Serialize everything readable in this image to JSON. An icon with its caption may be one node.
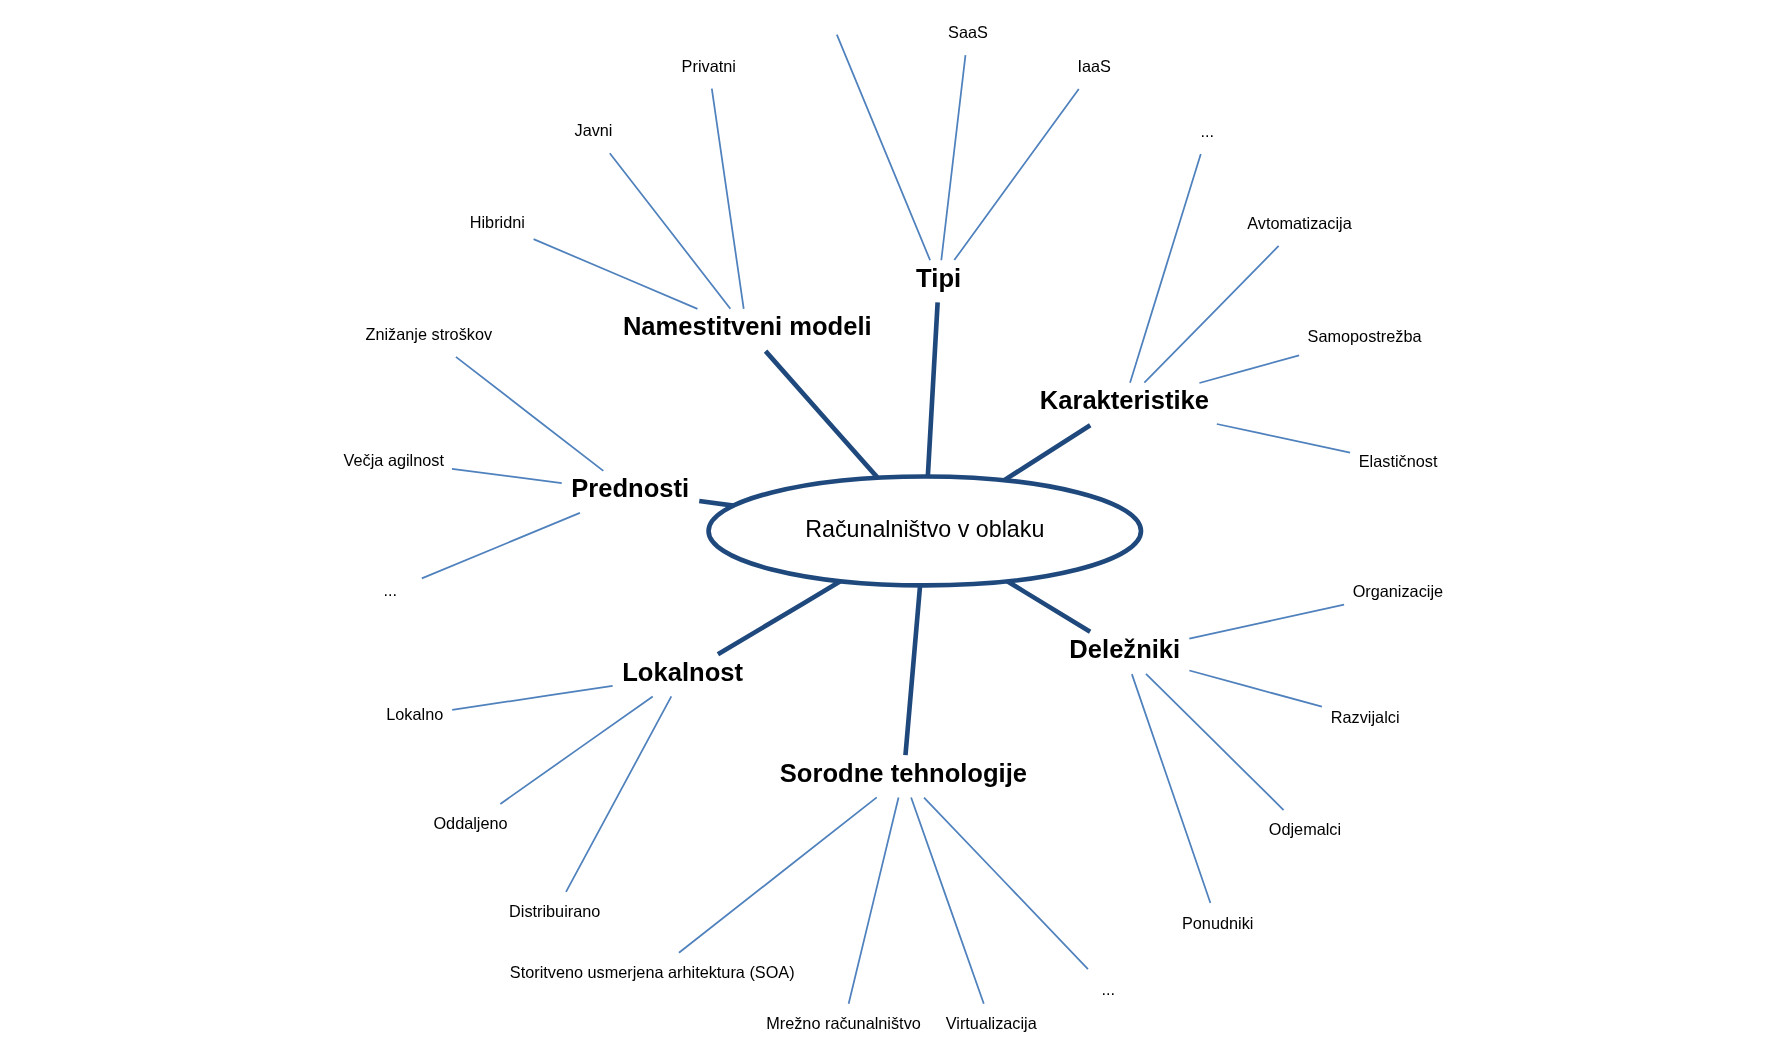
{
  "diagram": {
    "nodes": [
      {
        "text": [
          "Računalništvo v oblaku"
        ]
      },
      {
        "text": [
          "Karakteristike"
        ]
      },
      {
        "text": [
          "Elastičnost"
        ]
      },
      {
        "text": [
          "Samopostrežba"
        ]
      },
      {
        "text": [
          "Avtomatizacija"
        ]
      },
      {
        "text": [
          "..."
        ]
      },
      {
        "text": [
          "Tipi"
        ]
      },
      {
        "text": [
          "IaaS"
        ]
      },
      {
        "text": [
          "SaaS"
        ]
      },
      {
        "text": [
          "Namestitveni modeli"
        ]
      },
      {
        "text": [
          "Privatni"
        ]
      },
      {
        "text": [
          "Javni"
        ]
      },
      {
        "text": [
          "Hibridni"
        ]
      },
      {
        "text": [
          "Prednosti"
        ]
      },
      {
        "text": [
          "Znižanje stroškov"
        ]
      },
      {
        "text": [
          "Večja agilnost"
        ]
      },
      {
        "text": [
          "..."
        ]
      },
      {
        "text": [
          "Lokalnost"
        ]
      },
      {
        "text": [
          "Lokalno"
        ]
      },
      {
        "text": [
          "Oddaljeno"
        ]
      },
      {
        "text": [
          "Distribuirano"
        ]
      },
      {
        "text": [
          "Sorodne tehnologije"
        ]
      },
      {
        "text": [
          "Storitveno usmerjena arhitektura (SOA)"
        ]
      },
      {
        "text": [
          "Mrežno računalništvo"
        ]
      },
      {
        "text": [
          "Virtualizacija"
        ]
      },
      {
        "text": [
          "..."
        ]
      },
      {
        "text": [
          "Deležniki"
        ]
      },
      {
        "text": [
          "Ponudniki"
        ]
      },
      {
        "text": [
          "Odjemalci"
        ]
      },
      {
        "text": [
          "Razvijalci"
        ]
      },
      {
        "text": [
          "Organizacije"
        ]
      }
    ],
    "edges": [
      {
        "from": 0,
        "to": 1,
        "arrow": "none",
        "style": "thick",
        "color": "#1f497d"
      },
      {
        "from": 1,
        "to": 2,
        "arrow": "none"
      },
      {
        "from": 1,
        "to": 3,
        "arrow": "none"
      },
      {
        "from": 1,
        "to": 4,
        "arrow": "none"
      },
      {
        "from": 1,
        "to": 5,
        "arrow": "none"
      },
      {
        "from": 0,
        "to": 6,
        "arrow": "none",
        "style": "thick",
        "color": "#1f497d"
      },
      {
        "from": 6,
        "to": 7,
        "arrow": "none"
      },
      {
        "from": 6,
        "to": null,
        "arrow": "none"
      },
      {
        "from": 6,
        "to": 8,
        "arrow": "none"
      },
      {
        "from": 0,
        "to": 9,
        "arrow": "none",
        "style": "thick",
        "color": "#1f497d"
      },
      {
        "from": 9,
        "to": 10,
        "arrow": "none"
      },
      {
        "from": 9,
        "to": 11,
        "arrow": "none"
      },
      {
        "from": 9,
        "to": 12,
        "arrow": "none"
      },
      {
        "from": 0,
        "to": 13,
        "arrow": "none",
        "style": "thick",
        "color": "#1f497d"
      },
      {
        "from": 13,
        "to": 14,
        "arrow": "none"
      },
      {
        "from": 13,
        "to": 15,
        "arrow": "none"
      },
      {
        "from": 13,
        "to": 16,
        "arrow": "none"
      },
      {
        "from": 0,
        "to": 17,
        "arrow": "none",
        "style": "thick",
        "color": "#1f497d"
      },
      {
        "from": 17,
        "to": 18,
        "arrow": "none"
      },
      {
        "from": 17,
        "to": 19,
        "arrow": "none"
      },
      {
        "from": 17,
        "to": 20,
        "arrow": "none"
      },
      {
        "from": 0,
        "to": 21,
        "arrow": "none",
        "style": "thick",
        "color": "#1f497d"
      },
      {
        "from": 21,
        "to": 22,
        "arrow": "none"
      },
      {
        "from": 21,
        "to": 23,
        "arrow": "none"
      },
      {
        "from": 21,
        "to": 24,
        "arrow": "none"
      },
      {
        "from": 21,
        "to": 25,
        "arrow": "none"
      },
      {
        "from": 0,
        "to": 26,
        "arrow": "none",
        "style": "thick",
        "color": "#1f497d"
      },
      {
        "from": 26,
        "to": 27,
        "arrow": "none"
      },
      {
        "from": 26,
        "to": 28,
        "arrow": "none"
      },
      {
        "from": 26,
        "to": 29,
        "arrow": "none"
      },
      {
        "from": 26,
        "to": 30,
        "arrow": "none"
      }
    ]
  }
}
